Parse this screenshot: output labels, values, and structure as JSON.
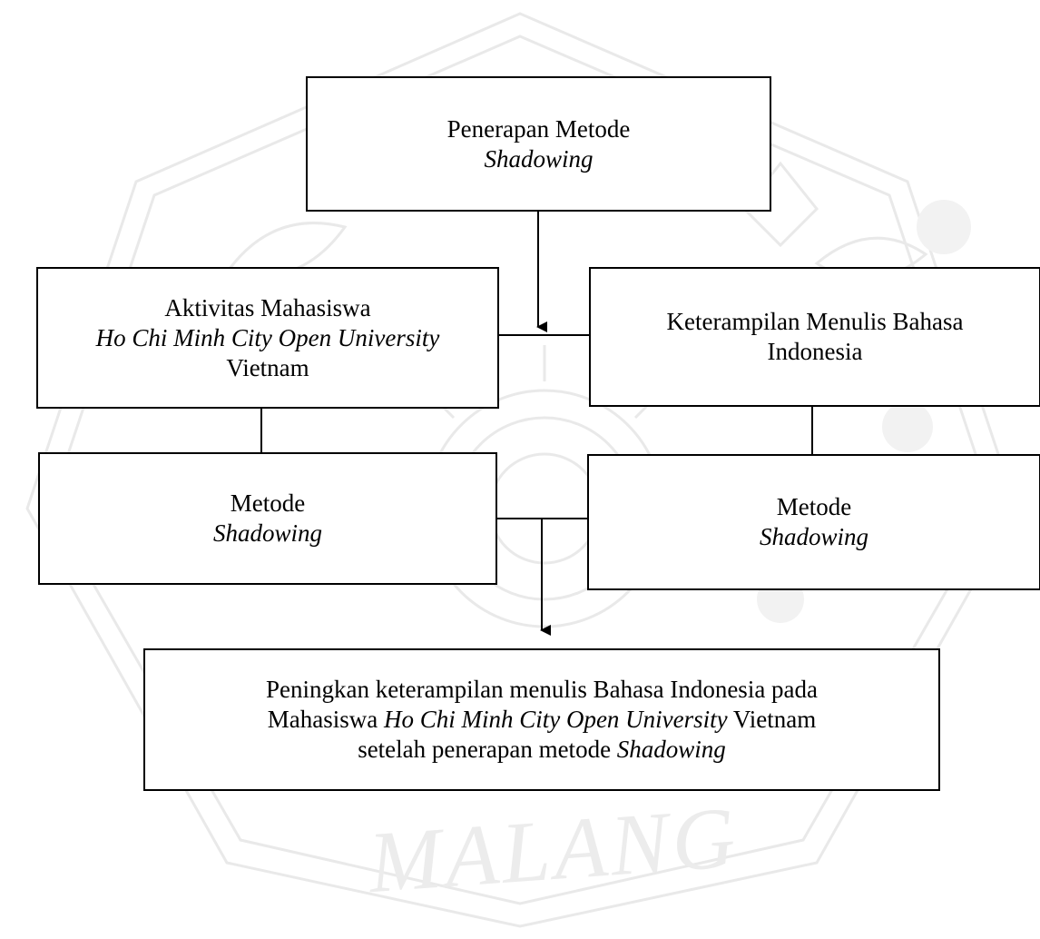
{
  "diagram": {
    "top_box": {
      "line1": "Penerapan Metode",
      "line2_italic": "Shadowing"
    },
    "left_box_1": {
      "line1": "Aktivitas Mahasiswa",
      "line2_italic": "Ho Chi Minh City Open University",
      "line3": "Vietnam"
    },
    "right_box_1": {
      "line1": "Keterampilan Menulis Bahasa",
      "line2": "Indonesia"
    },
    "left_box_2": {
      "line1": "Metode",
      "line2_italic": "Shadowing"
    },
    "right_box_2": {
      "line1": "Metode",
      "line2_italic": "Shadowing"
    },
    "bottom_box": {
      "line1": "Peningkan keterampilan menulis Bahasa Indonesia pada",
      "line2_pre": "Mahasiswa ",
      "line2_italic": "Ho Chi Minh City Open University",
      "line2_post": " Vietnam",
      "line3_pre": "setelah penerapan metode ",
      "line3_italic": "Shadowing"
    }
  },
  "watermark": {
    "text": "MALANG"
  },
  "colors": {
    "line": "#000000",
    "border": "#000000",
    "watermark": "#e6e6e6",
    "background": "#ffffff"
  }
}
